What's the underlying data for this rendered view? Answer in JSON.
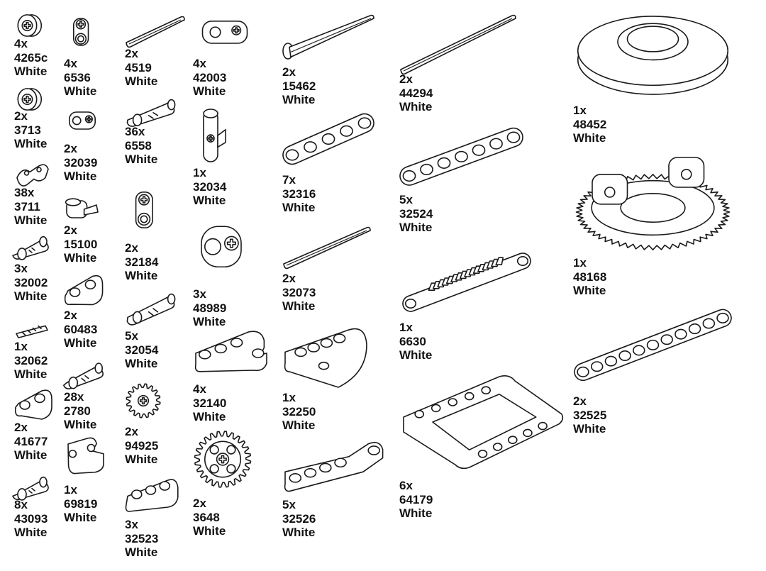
{
  "parts_list": {
    "parts": [
      {
        "qty": "4x",
        "id": "4265c",
        "color": "White",
        "icon": "bush-icon"
      },
      {
        "qty": "2x",
        "id": "3713",
        "color": "White",
        "icon": "bush-icon"
      },
      {
        "qty": "38x",
        "id": "3711",
        "color": "White",
        "icon": "chain-link-icon"
      },
      {
        "qty": "3x",
        "id": "32002",
        "color": "White",
        "icon": "pin-icon"
      },
      {
        "qty": "1x",
        "id": "32062",
        "color": "White",
        "icon": "axle-icon"
      },
      {
        "qty": "2x",
        "id": "41677",
        "color": "White",
        "icon": "beam-icon"
      },
      {
        "qty": "8x",
        "id": "43093",
        "color": "White",
        "icon": "pin-icon"
      },
      {
        "qty": "4x",
        "id": "6536",
        "color": "White",
        "icon": "connector-icon"
      },
      {
        "qty": "2x",
        "id": "32039",
        "color": "White",
        "icon": "connector-icon"
      },
      {
        "qty": "2x",
        "id": "15100",
        "color": "White",
        "icon": "connector-icon"
      },
      {
        "qty": "2x",
        "id": "60483",
        "color": "White",
        "icon": "beam-icon"
      },
      {
        "qty": "28x",
        "id": "2780",
        "color": "White",
        "icon": "pin-icon"
      },
      {
        "qty": "1x",
        "id": "69819",
        "color": "White",
        "icon": "connector-icon"
      },
      {
        "qty": "2x",
        "id": "4519",
        "color": "White",
        "icon": "axle-icon"
      },
      {
        "qty": "36x",
        "id": "6558",
        "color": "White",
        "icon": "pin-icon"
      },
      {
        "qty": "2x",
        "id": "32184",
        "color": "White",
        "icon": "connector-icon"
      },
      {
        "qty": "5x",
        "id": "32054",
        "color": "White",
        "icon": "pin-icon"
      },
      {
        "qty": "2x",
        "id": "94925",
        "color": "White",
        "icon": "gear-icon"
      },
      {
        "qty": "3x",
        "id": "32523",
        "color": "White",
        "icon": "beam-icon"
      },
      {
        "qty": "4x",
        "id": "42003",
        "color": "White",
        "icon": "connector-icon"
      },
      {
        "qty": "1x",
        "id": "32034",
        "color": "White",
        "icon": "connector-icon"
      },
      {
        "qty": "3x",
        "id": "48989",
        "color": "White",
        "icon": "connector-icon"
      },
      {
        "qty": "4x",
        "id": "32140",
        "color": "White",
        "icon": "beam-icon"
      },
      {
        "qty": "2x",
        "id": "3648",
        "color": "White",
        "icon": "gear-icon"
      },
      {
        "qty": "2x",
        "id": "15462",
        "color": "White",
        "icon": "axle-icon"
      },
      {
        "qty": "7x",
        "id": "32316",
        "color": "White",
        "icon": "beam-icon"
      },
      {
        "qty": "2x",
        "id": "32073",
        "color": "White",
        "icon": "axle-icon"
      },
      {
        "qty": "1x",
        "id": "32250",
        "color": "White",
        "icon": "beam-icon"
      },
      {
        "qty": "5x",
        "id": "32526",
        "color": "White",
        "icon": "beam-icon"
      },
      {
        "qty": "2x",
        "id": "44294",
        "color": "White",
        "icon": "axle-icon"
      },
      {
        "qty": "5x",
        "id": "32524",
        "color": "White",
        "icon": "beam-icon"
      },
      {
        "qty": "1x",
        "id": "6630",
        "color": "White",
        "icon": "gear-rack-icon"
      },
      {
        "qty": "6x",
        "id": "64179",
        "color": "White",
        "icon": "frame-icon"
      },
      {
        "qty": "1x",
        "id": "48452",
        "color": "White",
        "icon": "turntable-icon"
      },
      {
        "qty": "1x",
        "id": "48168",
        "color": "White",
        "icon": "gear-icon"
      },
      {
        "qty": "2x",
        "id": "32525",
        "color": "White",
        "icon": "beam-icon"
      }
    ]
  }
}
